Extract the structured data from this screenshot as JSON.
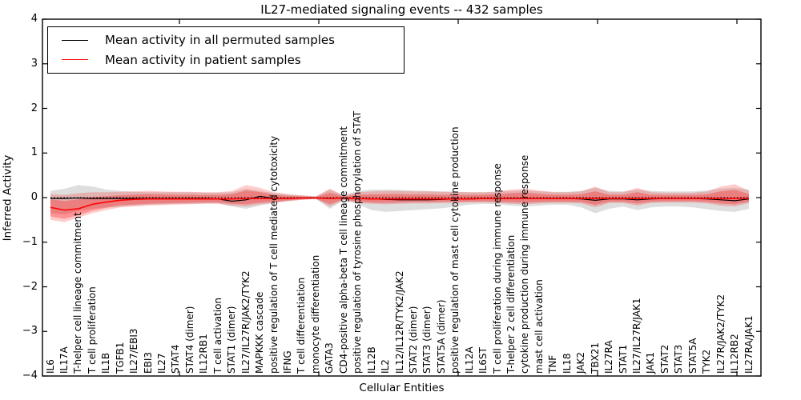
{
  "title": "IL27-mediated signaling events -- 432 samples",
  "axes": {
    "ylabel": "Inferred Activity",
    "xlabel": "Cellular Entities",
    "ylim": [
      -4,
      4
    ],
    "y_ticks": [
      "4",
      "3",
      "2",
      "1",
      "0",
      "−1",
      "−2",
      "−3",
      "−4"
    ]
  },
  "colors": {
    "permuted_line": "#000000",
    "patient_line": "#ff0000",
    "permuted_band": "rgba(0,0,0,0.13)",
    "patient_band": "rgba(255,0,0,0.20)",
    "patient_band_inner": "rgba(255,0,0,0.28)",
    "zero_line": "#000000"
  },
  "chart_data": {
    "type": "area",
    "title": "IL27-mediated signaling events -- 432 samples",
    "xlabel": "Cellular Entities",
    "ylabel": "Inferred Activity",
    "ylim": [
      -4,
      4
    ],
    "grid": false,
    "legend_position": "upper left",
    "zero_reference_line": 0,
    "categories": [
      "IL6",
      "IL17A",
      "T-helper cell lineage commitment",
      "T cell proliferation",
      "IL1B",
      "TGFB1",
      "IL27/EBI3",
      "EBI3",
      "IL27",
      "STAT4",
      "STAT4 (dimer)",
      "IL12RB1",
      "T cell activation",
      "STAT1 (dimer)",
      "IL27/IL27R/JAK2/TYK2",
      "MAPKKK cascade",
      "positive regulation of T cell mediated cytotoxicity",
      "IFNG",
      "T cell differentiation",
      "monocyte differentiation",
      "GATA3",
      "CD4-positive alpha-beta T cell lineage commitment",
      "positive regulation of tyrosine phosphorylation of STAT",
      "IL12B",
      "IL2",
      "IL12/IL12R/TYK2/JAK2",
      "STAT2 (dimer)",
      "STAT3 (dimer)",
      "STAT5A (dimer)",
      "positive regulation of mast cell cytokine production",
      "IL12A",
      "IL6ST",
      "T cell proliferation during immune response",
      "T-helper 2 cell differentiation",
      "cytokine production during immune response",
      "mast cell activation",
      "TNF",
      "IL18",
      "JAK2",
      "TBX21",
      "IL27RA",
      "STAT1",
      "IL27/IL27R/JAK1",
      "JAK1",
      "STAT2",
      "STAT3",
      "STAT5A",
      "TYK2",
      "IL27R/JAK2/TYK2",
      "IL12RB2",
      "IL27RA/JAK1"
    ],
    "series": [
      {
        "name": "Mean activity in all permuted samples",
        "color": "#000000",
        "mean": [
          -0.02,
          -0.02,
          -0.01,
          -0.02,
          -0.02,
          -0.02,
          -0.02,
          -0.02,
          -0.02,
          -0.02,
          -0.02,
          -0.02,
          -0.03,
          -0.08,
          -0.05,
          0.03,
          -0.02,
          -0.02,
          -0.01,
          -0.01,
          -0.02,
          -0.01,
          -0.02,
          -0.03,
          -0.04,
          -0.05,
          -0.05,
          -0.05,
          -0.04,
          -0.03,
          -0.03,
          -0.02,
          -0.02,
          -0.02,
          -0.02,
          -0.02,
          -0.02,
          -0.02,
          -0.03,
          -0.06,
          -0.03,
          -0.03,
          -0.05,
          -0.03,
          -0.02,
          -0.02,
          -0.02,
          -0.03,
          -0.05,
          -0.07,
          -0.03
        ],
        "upper": [
          0.15,
          0.2,
          0.28,
          0.25,
          0.18,
          0.15,
          0.13,
          0.12,
          0.12,
          0.12,
          0.12,
          0.11,
          0.11,
          0.12,
          0.2,
          0.15,
          0.1,
          0.07,
          0.05,
          0.03,
          0.18,
          0.05,
          0.15,
          0.18,
          0.18,
          0.17,
          0.16,
          0.15,
          0.14,
          0.13,
          0.12,
          0.12,
          0.13,
          0.15,
          0.16,
          0.14,
          0.13,
          0.13,
          0.15,
          0.22,
          0.15,
          0.14,
          0.18,
          0.15,
          0.14,
          0.14,
          0.14,
          0.16,
          0.2,
          0.22,
          0.18
        ],
        "lower": [
          -0.35,
          -0.38,
          -0.3,
          -0.25,
          -0.22,
          -0.2,
          -0.18,
          -0.16,
          -0.15,
          -0.14,
          -0.14,
          -0.13,
          -0.13,
          -0.2,
          -0.25,
          -0.18,
          -0.12,
          -0.08,
          -0.05,
          -0.03,
          -0.25,
          -0.06,
          -0.15,
          -0.28,
          -0.32,
          -0.3,
          -0.28,
          -0.26,
          -0.24,
          -0.2,
          -0.16,
          -0.14,
          -0.15,
          -0.18,
          -0.2,
          -0.18,
          -0.16,
          -0.16,
          -0.22,
          -0.35,
          -0.25,
          -0.2,
          -0.28,
          -0.22,
          -0.2,
          -0.2,
          -0.22,
          -0.26,
          -0.3,
          -0.32,
          -0.25
        ]
      },
      {
        "name": "Mean activity in patient samples",
        "color": "#ff0000",
        "mean": [
          -0.22,
          -0.28,
          -0.25,
          -0.15,
          -0.1,
          -0.06,
          -0.04,
          -0.03,
          -0.03,
          -0.03,
          -0.03,
          -0.03,
          -0.03,
          -0.03,
          -0.02,
          -0.02,
          -0.02,
          -0.02,
          -0.01,
          -0.01,
          -0.02,
          -0.01,
          -0.02,
          -0.03,
          -0.03,
          -0.03,
          -0.03,
          -0.03,
          -0.03,
          -0.03,
          -0.03,
          -0.02,
          -0.02,
          -0.02,
          -0.02,
          -0.02,
          -0.02,
          -0.02,
          -0.02,
          -0.02,
          -0.02,
          -0.02,
          -0.02,
          -0.02,
          -0.02,
          -0.02,
          -0.02,
          -0.02,
          -0.02,
          -0.02,
          -0.02
        ],
        "upper": [
          0.08,
          0.06,
          0.1,
          0.12,
          0.12,
          0.13,
          0.14,
          0.15,
          0.14,
          0.13,
          0.13,
          0.12,
          0.12,
          0.15,
          0.28,
          0.22,
          0.12,
          0.08,
          0.05,
          0.03,
          0.2,
          0.05,
          0.12,
          0.14,
          0.15,
          0.15,
          0.14,
          0.14,
          0.13,
          0.13,
          0.12,
          0.12,
          0.14,
          0.18,
          0.2,
          0.16,
          0.12,
          0.12,
          0.14,
          0.25,
          0.12,
          0.12,
          0.22,
          0.12,
          0.11,
          0.11,
          0.11,
          0.14,
          0.25,
          0.3,
          0.15
        ],
        "lower": [
          -0.5,
          -0.55,
          -0.45,
          -0.35,
          -0.28,
          -0.22,
          -0.2,
          -0.18,
          -0.17,
          -0.16,
          -0.15,
          -0.14,
          -0.14,
          -0.18,
          -0.2,
          -0.15,
          -0.12,
          -0.08,
          -0.05,
          -0.03,
          -0.2,
          -0.05,
          -0.12,
          -0.14,
          -0.15,
          -0.14,
          -0.13,
          -0.13,
          -0.12,
          -0.12,
          -0.11,
          -0.11,
          -0.12,
          -0.14,
          -0.15,
          -0.13,
          -0.12,
          -0.12,
          -0.13,
          -0.22,
          -0.12,
          -0.12,
          -0.18,
          -0.12,
          -0.11,
          -0.11,
          -0.11,
          -0.13,
          -0.18,
          -0.2,
          -0.12
        ]
      }
    ]
  }
}
